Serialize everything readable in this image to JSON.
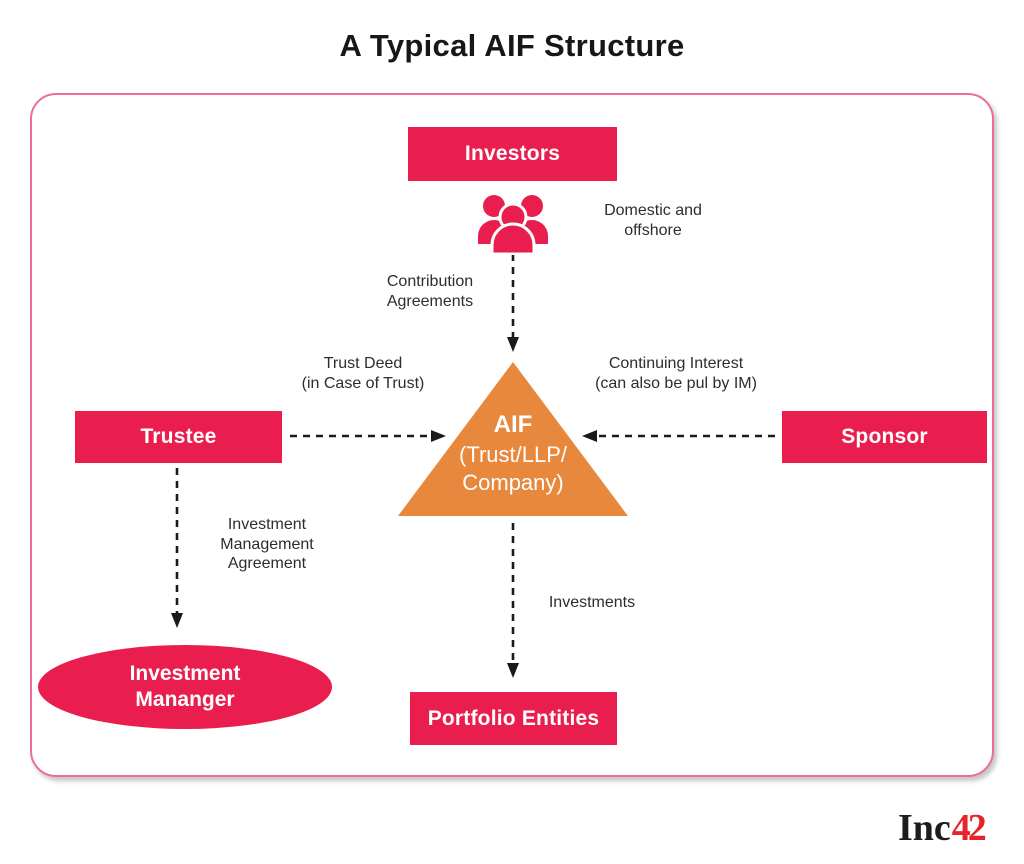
{
  "title": "A Typical AIF Structure",
  "colors": {
    "node_pink": "#ea1e4e",
    "triangle_orange": "#e8883c",
    "frame_border_pink": "#ee6d92",
    "label_text": "#2d2d2d",
    "arrow_black": "#1a1a1a",
    "logo_black": "#1d1d1b",
    "logo_red": "#e4252c"
  },
  "nodes": {
    "investors": {
      "label": "Investors"
    },
    "trustee": {
      "label": "Trustee"
    },
    "sponsor": {
      "label": "Sponsor"
    },
    "aif": {
      "line1": "AIF",
      "line2": "(Trust/LLP/",
      "line3": "Company)"
    },
    "investment_manager": {
      "line1": "Investment",
      "line2": "Mananger"
    },
    "portfolio_entities": {
      "label": "Portfolio Entities"
    }
  },
  "edge_labels": {
    "domestic": {
      "line1": "Domestic and",
      "line2": "offshore"
    },
    "contribution": {
      "line1": "Contribution",
      "line2": "Agreements"
    },
    "trust_deed": {
      "line1": "Trust Deed",
      "line2": "(in Case of Trust)"
    },
    "continuing_interest": {
      "line1": "Continuing Interest",
      "line2": "(can also be pul by IM)"
    },
    "investment_management": {
      "line1": "Investment",
      "line2": "Management",
      "line3": "Agreement"
    },
    "investments": {
      "label": "Investments"
    }
  },
  "icons": {
    "investors_group": "users-group-icon"
  },
  "logo": {
    "prefix": "Inc",
    "suffix": "42"
  }
}
